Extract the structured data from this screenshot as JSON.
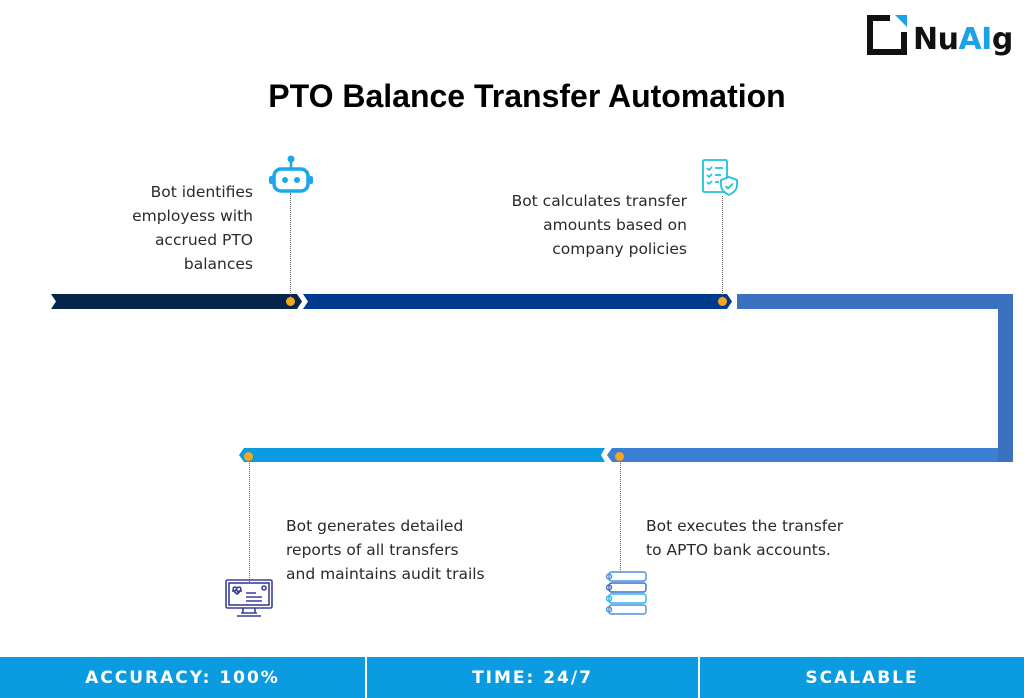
{
  "brand": {
    "logo_prefix": "Nu",
    "logo_highlight": "AI",
    "logo_suffix": "g"
  },
  "title": "PTO Balance Transfer Automation",
  "colors": {
    "segment1": "#05264a",
    "segment2": "#003a8c",
    "connector": "#3a72bf",
    "segment3": "#3b7fd2",
    "segment4": "#0a9be0",
    "marker": "#f5a623",
    "footer": "#0a9be0"
  },
  "steps": [
    {
      "icon": "robot-icon",
      "lines": [
        "Bot identifies",
        "employess with",
        "accrued PTO",
        "balances"
      ]
    },
    {
      "icon": "checklist-shield-icon",
      "lines": [
        "Bot calculates transfer",
        "amounts based on",
        "company policies"
      ]
    },
    {
      "icon": "server-stack-icon",
      "lines": [
        "Bot executes the transfer",
        "to APTO bank accounts."
      ]
    },
    {
      "icon": "monitor-report-icon",
      "lines": [
        "Bot generates detailed",
        "reports of all transfers",
        "and maintains audit trails"
      ]
    }
  ],
  "footer": [
    {
      "label": "ACCURACY: 100%"
    },
    {
      "label": "TIME: 24/7"
    },
    {
      "label": "SCALABLE"
    }
  ]
}
